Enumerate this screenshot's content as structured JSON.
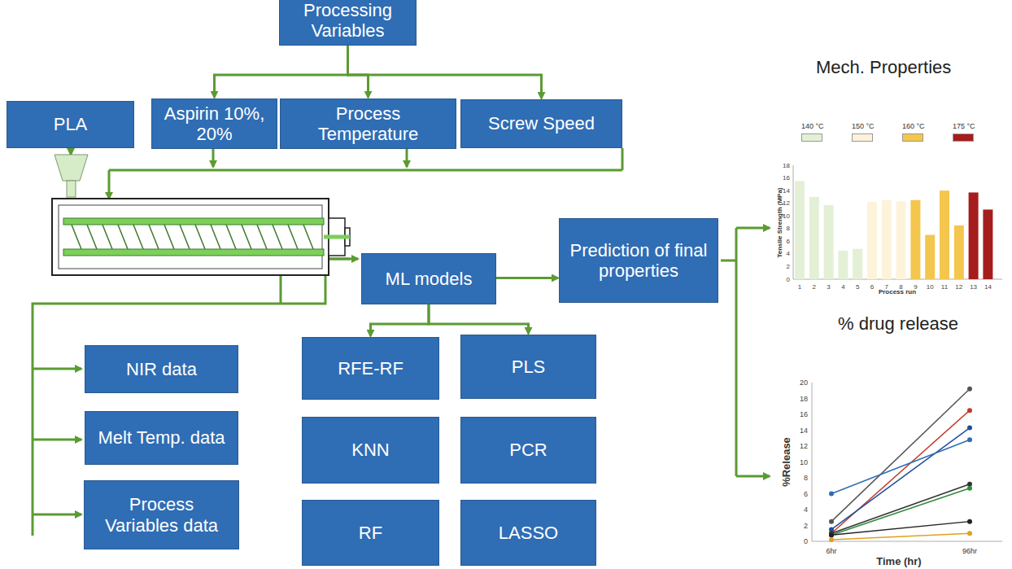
{
  "diagram": {
    "nodes": [
      {
        "text": [
          "Processing Variables"
        ]
      },
      {
        "text": [
          "PLA"
        ]
      },
      {
        "text": [
          "Aspirin 10%, 20%"
        ]
      },
      {
        "text": [
          "Process Temperature"
        ]
      },
      {
        "text": [
          "Screw Speed"
        ]
      },
      {
        "text": [
          "ML models"
        ]
      },
      {
        "text": [
          "Prediction of final properties"
        ]
      },
      {
        "text": [
          "NIR data"
        ]
      },
      {
        "text": [
          "Melt Temp. data"
        ]
      },
      {
        "text": [
          "Process Variables data"
        ]
      },
      {
        "text": [
          "RFE-RF"
        ]
      },
      {
        "text": [
          "PLS"
        ]
      },
      {
        "text": [
          "KNN"
        ]
      },
      {
        "text": [
          "PCR"
        ]
      },
      {
        "text": [
          "RF"
        ]
      },
      {
        "text": [
          "LASSO"
        ]
      }
    ],
    "edges": [
      {
        "from": 0,
        "to": 2,
        "arrow": "to"
      },
      {
        "from": 0,
        "to": 3,
        "arrow": "to"
      },
      {
        "from": 0,
        "to": 4,
        "arrow": "to"
      },
      {
        "from": 5,
        "to": 6,
        "arrow": "to"
      },
      {
        "from": 5,
        "to": 10,
        "arrow": "to"
      },
      {
        "from": 5,
        "to": 11,
        "arrow": "to"
      }
    ],
    "labels": [
      "Mech. Properties",
      "Tensile Strength (MPa)",
      "Process run",
      "0",
      "2",
      "4",
      "6",
      "8",
      "10",
      "12",
      "14",
      "16",
      "18",
      "1",
      "2",
      "3",
      "4",
      "5",
      "6",
      "7",
      "8",
      "9",
      "10",
      "11",
      "12",
      "13",
      "14",
      "% drug release",
      "%Release",
      "Time (hr)",
      "6hr",
      "96hr",
      "0",
      "2",
      "4",
      "6",
      "8",
      "10",
      "12",
      "14",
      "16",
      "18",
      "20"
    ],
    "legend": [
      {
        "text": "140 °C",
        "color": "#e3f0d6"
      },
      {
        "text": "150 °C",
        "color": "#fdf3da"
      },
      {
        "text": "160 °C",
        "color": "#f4c64e"
      },
      {
        "text": "175 °C",
        "color": "#a51d1d"
      }
    ]
  }
}
